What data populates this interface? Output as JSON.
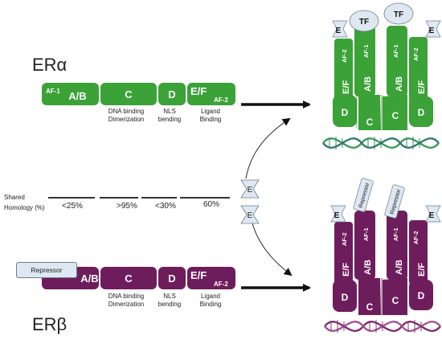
{
  "colors": {
    "green": "#3aa237",
    "purple": "#6e1d5c",
    "helix_green": "#3d9a5a",
    "helix_purple": "#7d2a6a",
    "arrow": "#111111",
    "pill": "#dde8f2"
  },
  "top": {
    "title": "ERα",
    "domains": {
      "af1": "AF-1",
      "ab": "A/B",
      "c": "C",
      "d": "D",
      "ef": "E/F",
      "af2": "AF-2"
    },
    "functions": {
      "c": "DNA binding Dimerization",
      "d": "NLS bending",
      "ef": "Ligand Binding"
    }
  },
  "bottom": {
    "title": "ERβ",
    "repressor": "Repressor",
    "domains": {
      "ab": "A/B",
      "c": "C",
      "d": "D",
      "ef": "E/F",
      "af2": "AF-2"
    },
    "functions": {
      "c": "DNA binding Dimerization",
      "d": "NLS bending",
      "ef": "Ligand Binding"
    }
  },
  "homology": {
    "label": "Shared Homology (%)",
    "values": [
      "<25%",
      ">95%",
      "<30%",
      "60%"
    ]
  },
  "ligand": {
    "label": "E"
  },
  "dimer_top": {
    "e": "E",
    "tf": "TF",
    "af2": "AF-2",
    "af1": "AF-1",
    "ab": "A/B",
    "ef": "E/F",
    "d": "D",
    "c": "C"
  },
  "dimer_bottom": {
    "e": "E",
    "repressor": "Repressor",
    "af2": "AF-2",
    "af1": "AF-1",
    "ab": "A/B",
    "ef": "E/F",
    "d": "D",
    "c": "C"
  }
}
